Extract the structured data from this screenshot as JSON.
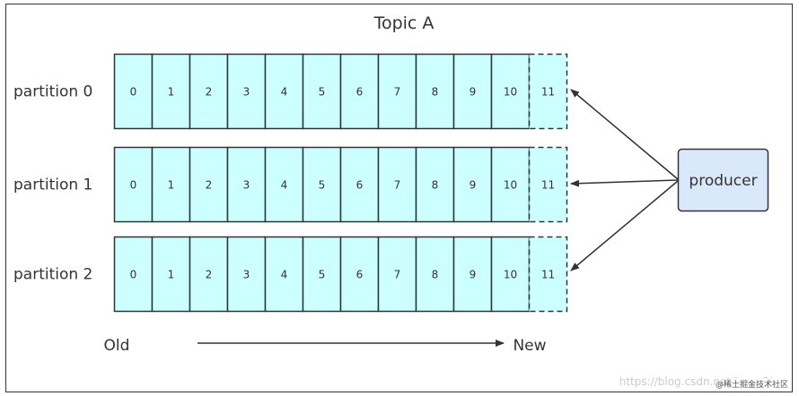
{
  "title": "Topic A",
  "partitions": [
    {
      "label": "partition 0",
      "cells": [
        "0",
        "1",
        "2",
        "3",
        "4",
        "5",
        "6",
        "7",
        "8",
        "9",
        "10",
        "11"
      ]
    },
    {
      "label": "partition 1",
      "cells": [
        "0",
        "1",
        "2",
        "3",
        "4",
        "5",
        "6",
        "7",
        "8",
        "9",
        "10",
        "11"
      ]
    },
    {
      "label": "partition 2",
      "cells": [
        "0",
        "1",
        "2",
        "3",
        "4",
        "5",
        "6",
        "7",
        "8",
        "9",
        "10",
        "11"
      ]
    }
  ],
  "producer_label": "producer",
  "timeline": {
    "old": "Old",
    "new": "New"
  },
  "watermark": {
    "url": "https://blog.csdn.net/Java_Blue",
    "badge": "@稀土掘金技术社区"
  },
  "colors": {
    "cell_fill": "#ccffff",
    "producer_fill": "#dae8fc",
    "producer_stroke": "#6c8ebf",
    "line": "#333333"
  }
}
